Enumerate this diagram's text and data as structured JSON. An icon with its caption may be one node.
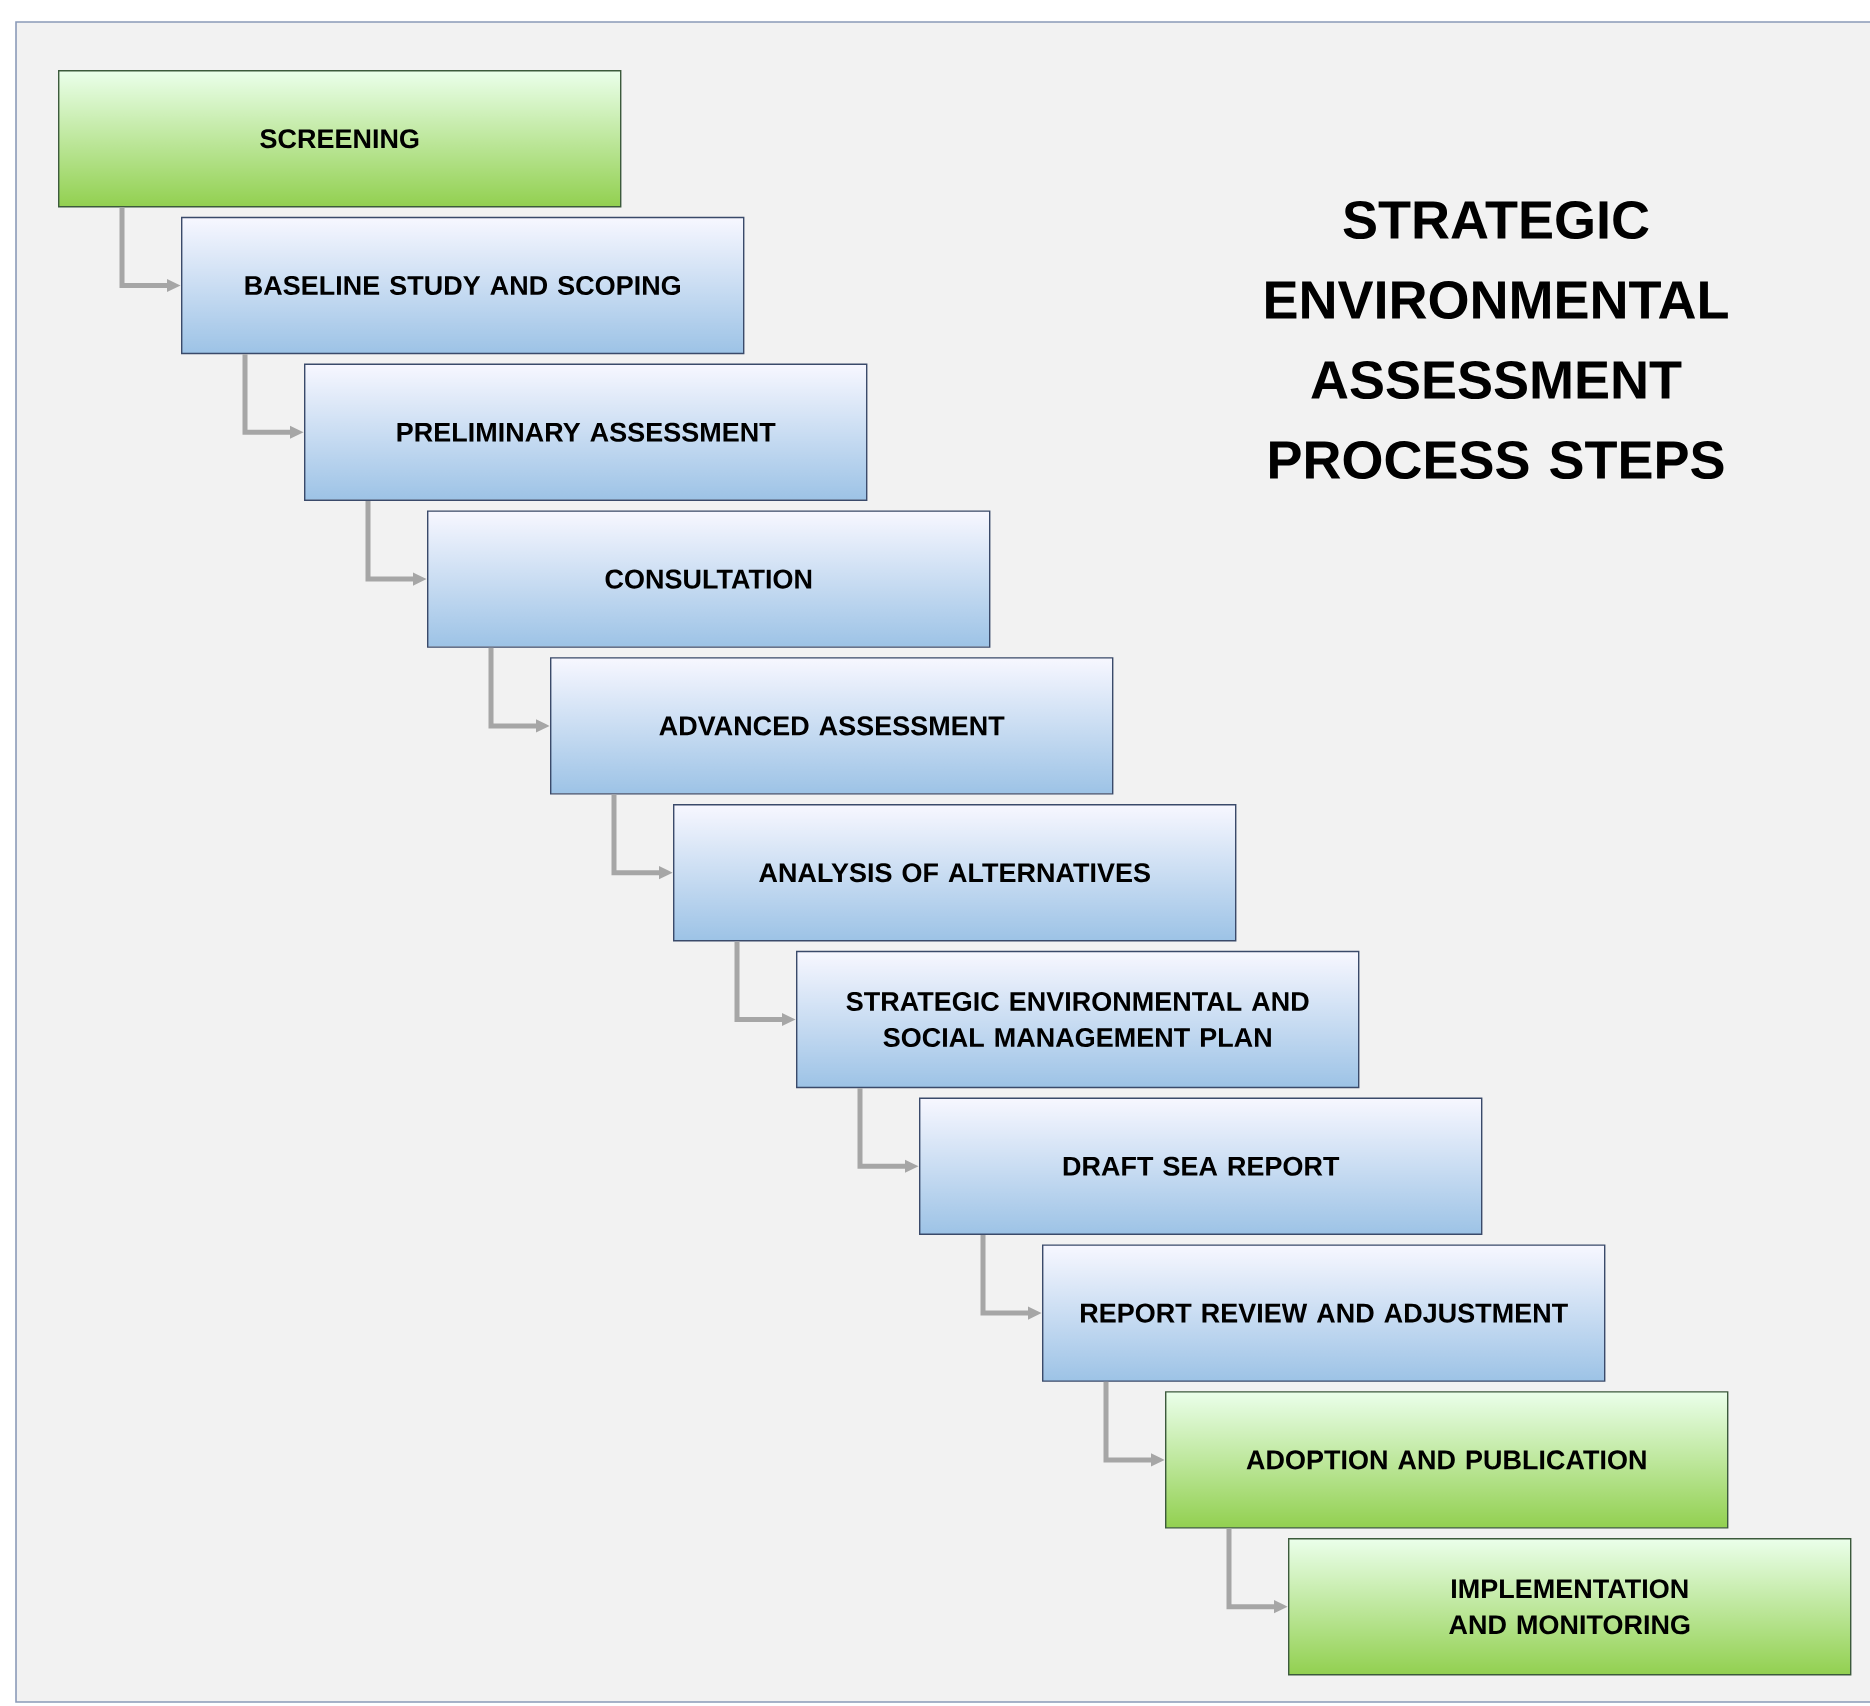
{
  "diagram": {
    "title": "STRATEGIC ENVIRONMENTAL ASSESSMENT PROCESS STEPS",
    "nodes": [
      {
        "text": [
          "SCREENING"
        ]
      },
      {
        "text": [
          "BASELINE STUDY AND SCOPING"
        ]
      },
      {
        "text": [
          "PRELIMINARY ASSESSMENT"
        ]
      },
      {
        "text": [
          "CONSULTATION"
        ]
      },
      {
        "text": [
          "ADVANCED ASSESSMENT"
        ]
      },
      {
        "text": [
          "ANALYSIS OF ALTERNATIVES"
        ]
      },
      {
        "text": [
          "STRATEGIC ENVIRONMENTAL AND SOCIAL MANAGEMENT PLAN"
        ]
      },
      {
        "text": [
          "DRAFT SEA REPORT"
        ]
      },
      {
        "text": [
          "REPORT REVIEW AND ADJUSTMENT"
        ]
      },
      {
        "text": [
          "ADOPTION AND PUBLICATION"
        ]
      },
      {
        "text": [
          "IMPLEMENTATION AND MONITORING"
        ]
      }
    ],
    "edges": [
      {
        "from": 0,
        "to": 1,
        "arrow": "to"
      },
      {
        "from": 1,
        "to": 2,
        "arrow": "to"
      },
      {
        "from": 2,
        "to": 3,
        "arrow": "to"
      },
      {
        "from": 3,
        "to": 4,
        "arrow": "to"
      },
      {
        "from": 4,
        "to": 5,
        "arrow": "to"
      },
      {
        "from": 5,
        "to": 6,
        "arrow": "to"
      },
      {
        "from": 6,
        "to": 7,
        "arrow": "to"
      },
      {
        "from": 7,
        "to": 8,
        "arrow": "to"
      },
      {
        "from": 8,
        "to": 9,
        "arrow": "to"
      },
      {
        "from": 9,
        "to": 10,
        "arrow": "to"
      }
    ]
  }
}
